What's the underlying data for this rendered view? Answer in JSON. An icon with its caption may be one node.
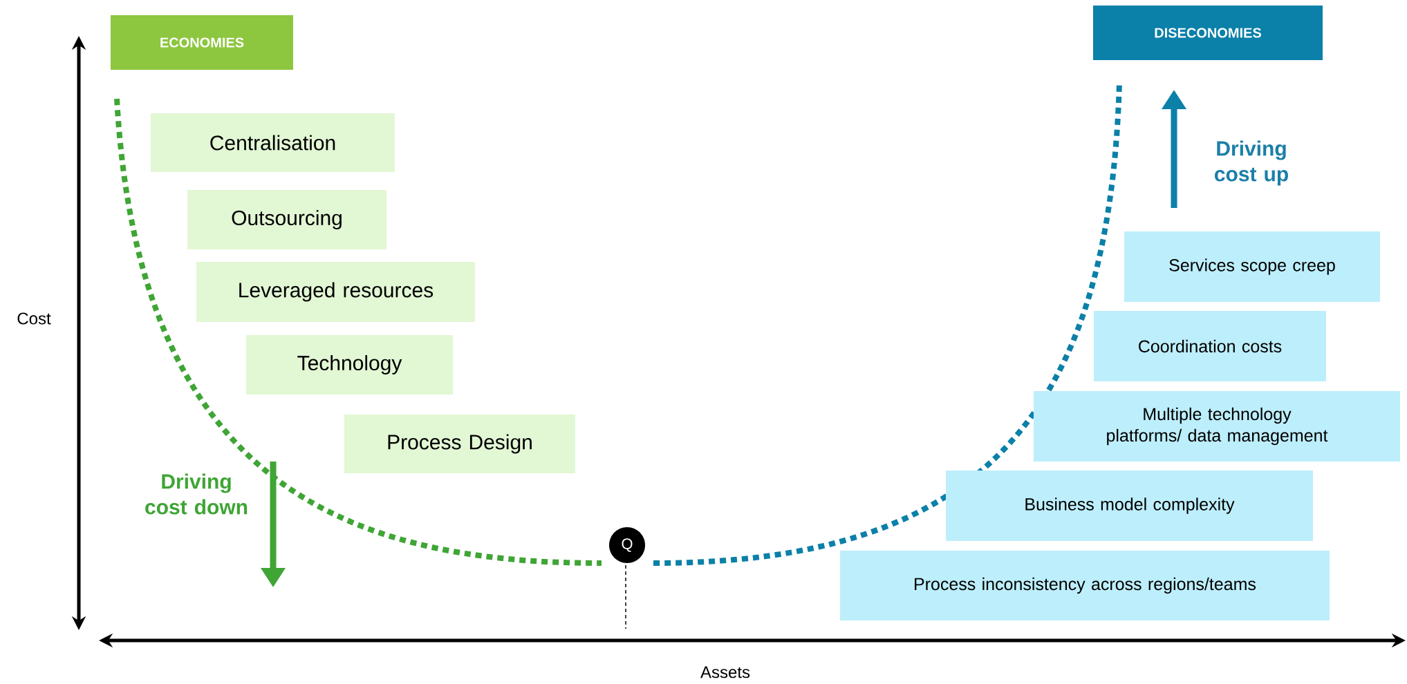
{
  "diagram": {
    "nodes": [
      {
        "text": [
          "ECONOMIES"
        ]
      },
      {
        "text": [
          "DISECONOMIES"
        ]
      },
      {
        "text": [
          "Centralisation"
        ]
      },
      {
        "text": [
          "Outsourcing"
        ]
      },
      {
        "text": [
          "Leveraged resources"
        ]
      },
      {
        "text": [
          "Technology"
        ]
      },
      {
        "text": [
          "Process Design"
        ]
      },
      {
        "text": [
          "Services scope creep"
        ]
      },
      {
        "text": [
          "Coordination costs"
        ]
      },
      {
        "text": [
          "Multiple technology platforms/ data management"
        ]
      },
      {
        "text": [
          "Business model complexity"
        ]
      },
      {
        "text": [
          "Process inconsistency across regions/teams"
        ]
      },
      {
        "text": [
          "Q"
        ]
      }
    ],
    "labels": [
      "Cost",
      "Driving cost down",
      "Driving cost up",
      "Assets"
    ]
  }
}
